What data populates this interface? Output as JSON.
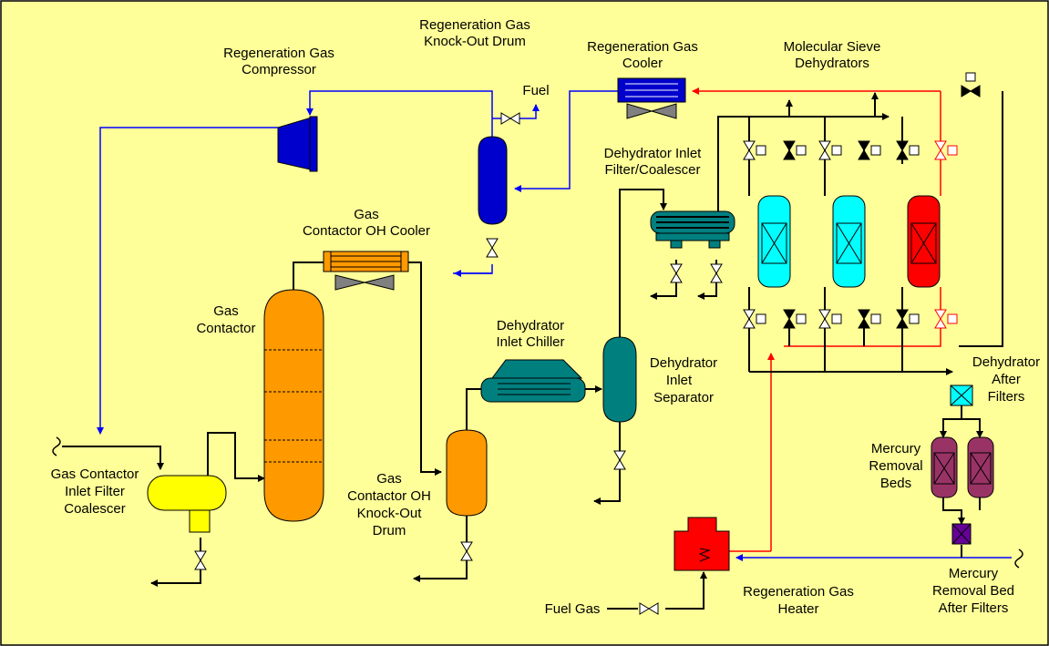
{
  "colors": {
    "background": "#ffff99",
    "blue_line": "#0000ff",
    "red_line": "#ff0000",
    "orange": "#ff9900",
    "teal": "#007f7f",
    "cyan": "#00ffff",
    "red_vessel": "#ff0000",
    "plum": "#993366",
    "purple": "#660099",
    "yellow": "#ffff00",
    "navy": "#0000cc",
    "gray": "#808080"
  },
  "labels": {
    "regen_compressor": [
      "Regeneration Gas",
      "Compressor"
    ],
    "regen_ko_drum": [
      "Regeneration Gas",
      "Knock-Out Drum"
    ],
    "fuel": "Fuel",
    "regen_cooler": [
      "Regeneration Gas",
      "Cooler"
    ],
    "mol_sieve": [
      "Molecular Sieve",
      "Dehydrators"
    ],
    "dehy_inlet_filter": [
      "Dehydrator Inlet",
      "Filter/Coalescer"
    ],
    "gas_contactor_oh_cooler": [
      "Gas",
      "Contactor OH Cooler"
    ],
    "gas_contactor": [
      "Gas",
      "Contactor"
    ],
    "dehy_inlet_chiller": [
      "Dehydrator",
      "Inlet Chiller"
    ],
    "dehy_inlet_separator": [
      "Dehydrator",
      "Inlet",
      "Separator"
    ],
    "dehy_after_filters": [
      "Dehydrator",
      "After",
      "Filters"
    ],
    "gas_contactor_inlet_filter": [
      "Gas Contactor",
      "Inlet Filter",
      "Coalescer"
    ],
    "gas_contactor_oh_ko_drum": [
      "Gas",
      "Contactor OH",
      "Knock-Out",
      "Drum"
    ],
    "mercury_removal_beds": [
      "Mercury",
      "Removal",
      "Beds"
    ],
    "fuel_gas": "Fuel Gas",
    "regen_heater": [
      "Regeneration Gas",
      "Heater"
    ],
    "mercury_after_filters": [
      "Mercury",
      "Removal Bed",
      "After Filters"
    ]
  }
}
